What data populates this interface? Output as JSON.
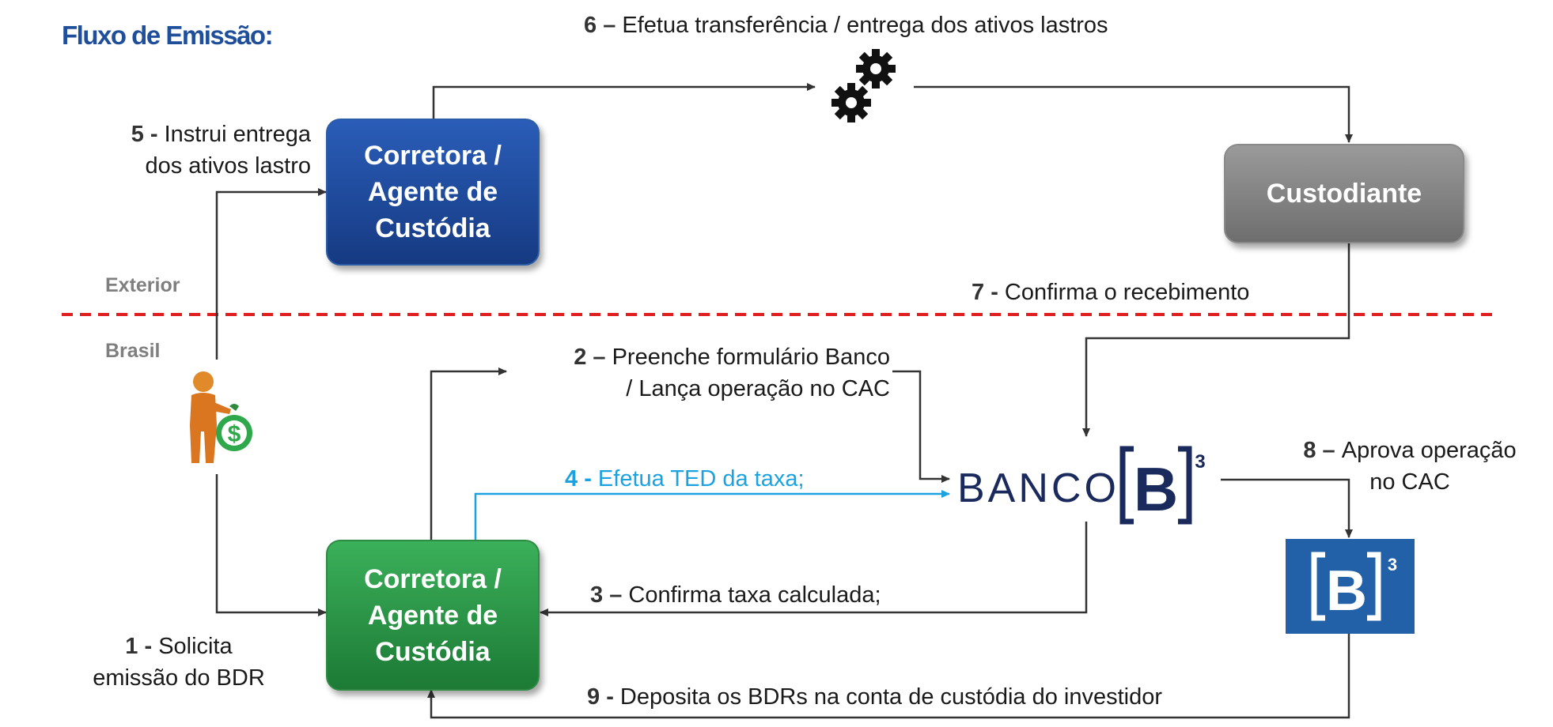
{
  "title": "Fluxo de Emissão:",
  "regions": {
    "exterior": "Exterior",
    "brasil": "Brasil"
  },
  "boxes": {
    "corretora_exterior": [
      "Corretora /",
      "Agente de",
      "Custódia"
    ],
    "corretora_brasil": [
      "Corretora /",
      "Agente de",
      "Custódia"
    ],
    "custodiante": "Custodiante"
  },
  "banco_logo": {
    "text": "BANCO",
    "letter": "B",
    "superscript": "3"
  },
  "b3_logo": {
    "letter": "B",
    "superscript": "3"
  },
  "steps": {
    "s1": {
      "num": "1",
      "sep": " - ",
      "lines": [
        "Solicita",
        "emissão do BDR"
      ]
    },
    "s2": {
      "num": "2",
      "sep": " – ",
      "lines": [
        "Preenche formulário Banco",
        "/ Lança operação no CAC"
      ]
    },
    "s3": {
      "num": "3",
      "sep": " – ",
      "lines": [
        "Confirma taxa calculada;"
      ]
    },
    "s4": {
      "num": "4",
      "sep": " - ",
      "lines": [
        "Efetua TED da taxa;"
      ]
    },
    "s5": {
      "num": "5",
      "sep": " - ",
      "lines": [
        "Instrui entrega",
        "dos ativos lastro"
      ]
    },
    "s6": {
      "num": "6",
      "sep": " – ",
      "lines": [
        "Efetua transferência  / entrega dos ativos lastros"
      ]
    },
    "s7": {
      "num": "7",
      "sep": " - ",
      "lines": [
        "Confirma o recebimento"
      ]
    },
    "s8": {
      "num": "8",
      "sep": " – ",
      "lines": [
        "Aprova operação",
        "no CAC"
      ]
    },
    "s9": {
      "num": "9",
      "sep": " - ",
      "lines": [
        "Deposita os BDRs na conta de custódia do investidor"
      ]
    }
  },
  "icons": {
    "gears": "gears-icon",
    "investor": "investor-money-bag-icon"
  },
  "colors": {
    "title": "#1f4e9a",
    "blue_box": "#1e4a9c",
    "green_box": "#2a9a48",
    "gray_box": "#7f7f7f",
    "divider": "#e02020",
    "ted_arrow": "#1aa3e0",
    "b3_tile": "#2260a8"
  }
}
